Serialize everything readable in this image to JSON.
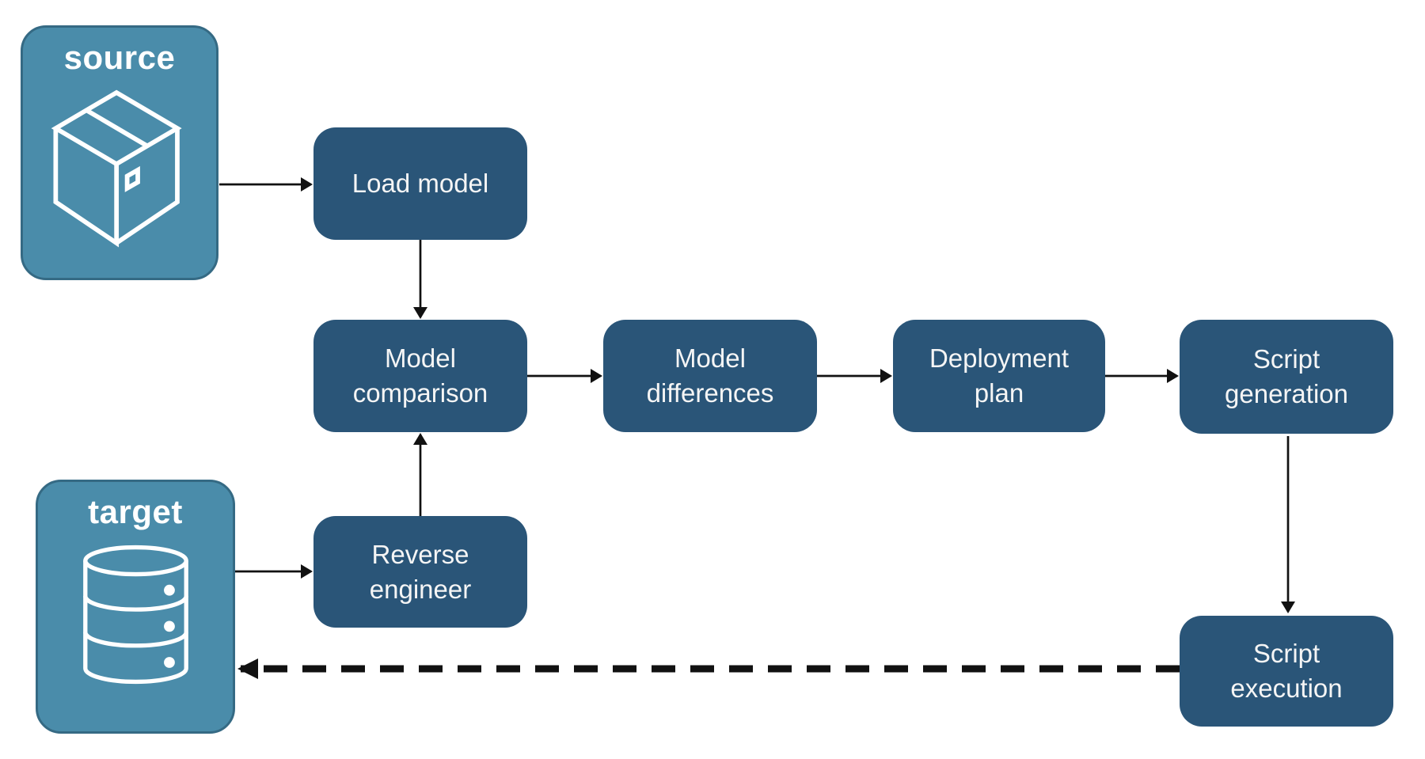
{
  "diagram": {
    "source": {
      "label": "source",
      "icon": "package-icon"
    },
    "target": {
      "label": "target",
      "icon": "database-icon"
    },
    "steps": {
      "load_model": {
        "label": "Load model"
      },
      "model_comparison": {
        "label": "Model comparison"
      },
      "model_differences": {
        "label": "Model differences"
      },
      "deployment_plan": {
        "label": "Deployment plan"
      },
      "script_generation": {
        "label": "Script generation"
      },
      "reverse_engineer": {
        "label": "Reverse engineer"
      },
      "script_execution": {
        "label": "Script execution"
      }
    },
    "edges": [
      {
        "from": "source",
        "to": "load_model",
        "style": "solid"
      },
      {
        "from": "load_model",
        "to": "model_comparison",
        "style": "solid"
      },
      {
        "from": "target",
        "to": "reverse_engineer",
        "style": "solid"
      },
      {
        "from": "reverse_engineer",
        "to": "model_comparison",
        "style": "solid"
      },
      {
        "from": "model_comparison",
        "to": "model_differences",
        "style": "solid"
      },
      {
        "from": "model_differences",
        "to": "deployment_plan",
        "style": "solid"
      },
      {
        "from": "deployment_plan",
        "to": "script_generation",
        "style": "solid"
      },
      {
        "from": "script_generation",
        "to": "script_execution",
        "style": "solid"
      },
      {
        "from": "script_execution",
        "to": "target",
        "style": "dashed"
      }
    ],
    "colors": {
      "endpoint_fill": "#4A8CAA",
      "endpoint_border": "#356A84",
      "step_fill": "#2A5578",
      "label_text": "#FFFFFF",
      "arrow": "#111111",
      "background": "#FFFFFF"
    }
  }
}
